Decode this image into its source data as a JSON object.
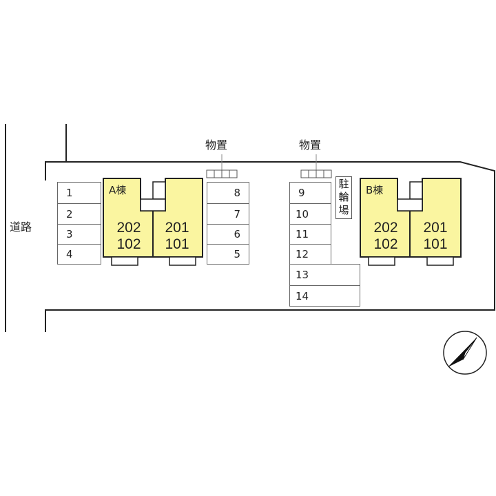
{
  "road_label": "道路",
  "storage_label": "物置",
  "bicycle_parking_label": "駐輪場",
  "colors": {
    "building": "#faf5a0",
    "line": "#222222"
  },
  "building_a": {
    "name": "A棟",
    "left_units": [
      "202",
      "102"
    ],
    "right_units": [
      "201",
      "101"
    ]
  },
  "building_b": {
    "name": "B棟",
    "left_units": [
      "202",
      "102"
    ],
    "right_units": [
      "201",
      "101"
    ]
  },
  "parking_a_left": [
    "1",
    "2",
    "3",
    "4"
  ],
  "parking_a_right": [
    "8",
    "7",
    "6",
    "5"
  ],
  "parking_b": [
    "9",
    "10",
    "11",
    "12",
    "13",
    "14"
  ],
  "compass_icon": "north-arrow-icon"
}
